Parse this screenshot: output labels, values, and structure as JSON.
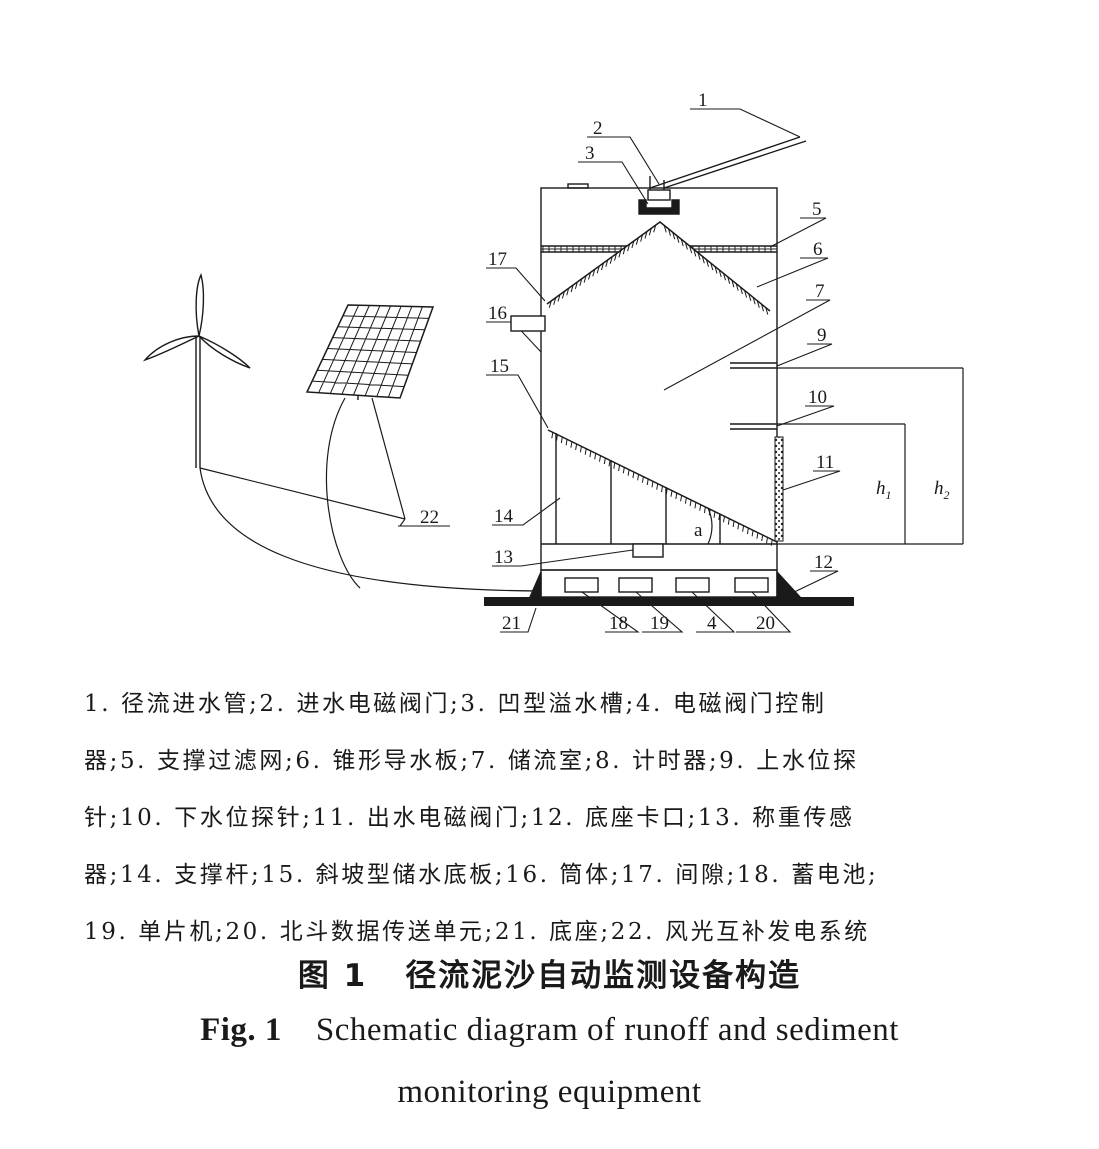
{
  "diagram": {
    "labels": {
      "n1": "1",
      "n2": "2",
      "n3": "3",
      "n4": "4",
      "n5": "5",
      "n6": "6",
      "n7": "7",
      "n9": "9",
      "n10": "10",
      "n11": "11",
      "n12": "12",
      "n13": "13",
      "n14": "14",
      "n15": "15",
      "n16": "16",
      "n17": "17",
      "n18": "18",
      "n19": "19",
      "n20": "20",
      "n21": "21",
      "n22": "22",
      "h1": "h",
      "h1_sub": "1",
      "h2": "h",
      "h2_sub": "2",
      "angle": "a"
    }
  },
  "legend": {
    "line1": "1. 径流进水管;2. 进水电磁阀门;3. 凹型溢水槽;4. 电磁阀门控制",
    "line2": "器;5. 支撑过滤网;6. 锥形导水板;7. 储流室;8. 计时器;9. 上水位探",
    "line3": "针;10. 下水位探针;11. 出水电磁阀门;12. 底座卡口;13. 称重传感",
    "line4": "器;14. 支撑杆;15. 斜坡型储水底板;16. 筒体;17. 间隙;18. 蓄电池;",
    "line5": "19. 单片机;20. 北斗数据传送单元;21. 底座;22. 风光互补发电系统"
  },
  "caption": {
    "cn_number": "图 1",
    "cn_title": "径流泥沙自动监测设备构造",
    "en_number": "Fig. 1",
    "en_title_line1": "Schematic diagram of runoff and sediment",
    "en_title_line2": "monitoring equipment"
  }
}
